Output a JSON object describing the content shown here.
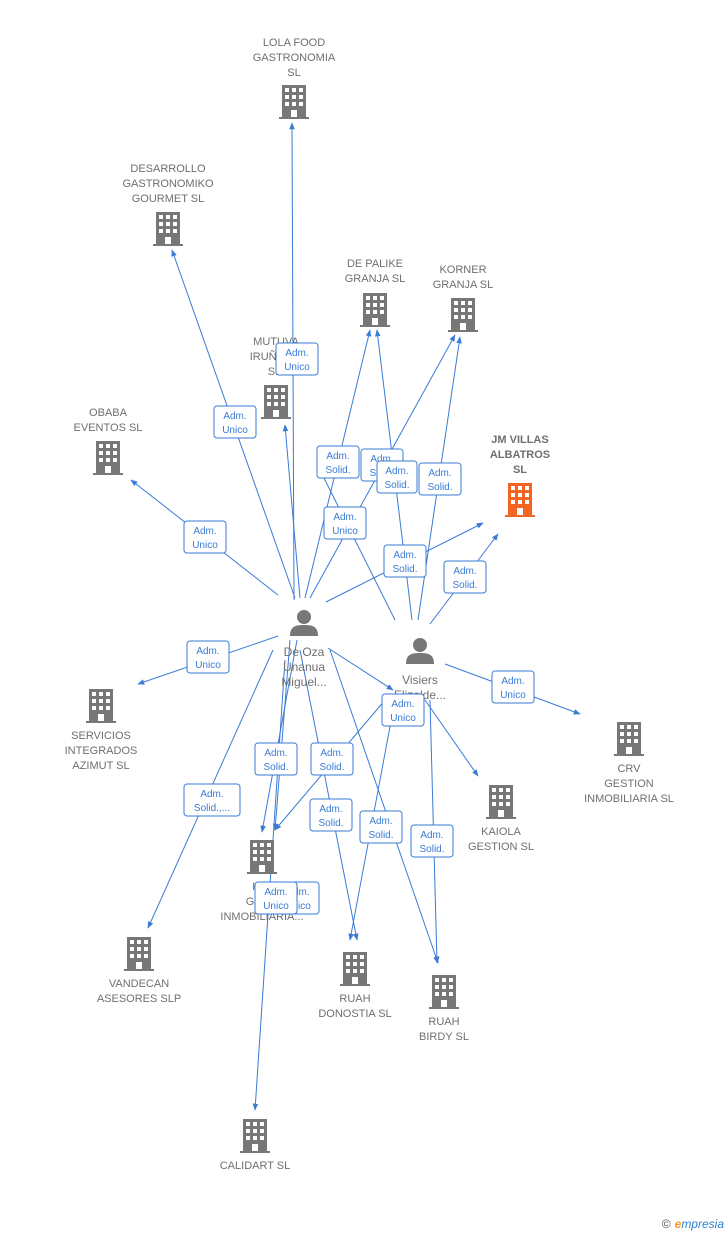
{
  "companies": [
    {
      "id": "lola",
      "lines": [
        "LOLA FOOD",
        "GASTRONOMIA",
        "SL"
      ],
      "highlight": false
    },
    {
      "id": "desarrollo",
      "lines": [
        "DESARROLLO",
        "GASTRONOMIKO",
        "GOURMET  SL"
      ],
      "highlight": false
    },
    {
      "id": "depalike",
      "lines": [
        "DE PALIKE",
        "GRANJA  SL"
      ],
      "highlight": false
    },
    {
      "id": "korner",
      "lines": [
        "KORNER",
        "GRANJA  SL"
      ],
      "highlight": false
    },
    {
      "id": "mutuva",
      "lines": [
        "MUTUVA",
        "IRUÑAM...",
        "S..."
      ],
      "highlight": false
    },
    {
      "id": "obaba",
      "lines": [
        "OBABA",
        "EVENTOS SL"
      ],
      "highlight": false
    },
    {
      "id": "jmvillas",
      "lines": [
        "JM VILLAS",
        "ALBATROS",
        "SL"
      ],
      "highlight": true
    },
    {
      "id": "servicios",
      "lines": [
        "SERVICIOS",
        "INTEGRADOS",
        "AZIMUT SL"
      ],
      "highlight": false
    },
    {
      "id": "crv",
      "lines": [
        "CRV",
        "GESTION",
        "INMOBILIARIA SL"
      ],
      "highlight": false
    },
    {
      "id": "kaiola",
      "lines": [
        "KAIOLA",
        "GESTION  SL"
      ],
      "highlight": false
    },
    {
      "id": "kgestion",
      "lines": [
        "KI...",
        "GES...",
        "INMOBILIARIA..."
      ],
      "highlight": false
    },
    {
      "id": "vandecan",
      "lines": [
        "VANDECAN",
        "ASESORES SLP"
      ],
      "highlight": false
    },
    {
      "id": "ruahdonostia",
      "lines": [
        "RUAH",
        "DONOSTIA  SL"
      ],
      "highlight": false
    },
    {
      "id": "ruahbirdy",
      "lines": [
        "RUAH",
        "BIRDY  SL"
      ],
      "highlight": false
    },
    {
      "id": "calidart",
      "lines": [
        "CALIDART SL"
      ],
      "highlight": false
    }
  ],
  "persons": [
    {
      "id": "deoza",
      "lines": [
        "De Oza",
        "Unanua",
        "Miguel..."
      ]
    },
    {
      "id": "visiers",
      "lines": [
        "Visiers",
        "Elizalde..."
      ]
    }
  ],
  "badges": [
    {
      "id": "b1",
      "lines": [
        "Adm.",
        "Unico"
      ]
    },
    {
      "id": "b2",
      "lines": [
        "Adm.",
        "Unico"
      ]
    },
    {
      "id": "b3",
      "lines": [
        "Adm.",
        "Unico"
      ]
    },
    {
      "id": "b4",
      "lines": [
        "Adm.",
        "Solid."
      ]
    },
    {
      "id": "b5",
      "lines": [
        "Adm.",
        "Solid."
      ]
    },
    {
      "id": "b6",
      "lines": [
        "Adm.",
        "Solid."
      ]
    },
    {
      "id": "b7",
      "lines": [
        "Adm.",
        "Solid."
      ]
    },
    {
      "id": "b8",
      "lines": [
        "Adm.",
        "Unico"
      ]
    },
    {
      "id": "b9",
      "lines": [
        "Adm.",
        "Solid."
      ]
    },
    {
      "id": "b10",
      "lines": [
        "Adm.",
        "Solid."
      ]
    },
    {
      "id": "b11",
      "lines": [
        "Adm.",
        "Unico"
      ]
    },
    {
      "id": "b12",
      "lines": [
        "Adm.",
        "Unico"
      ]
    },
    {
      "id": "b13",
      "lines": [
        "Adm.",
        "Unico"
      ]
    },
    {
      "id": "b14",
      "lines": [
        "Adm.",
        "Unico"
      ]
    },
    {
      "id": "b15",
      "lines": [
        "Adm.",
        "Solid."
      ]
    },
    {
      "id": "b16",
      "lines": [
        "Adm.",
        "Solid."
      ]
    },
    {
      "id": "b17",
      "lines": [
        "Adm.",
        "Solid.,..."
      ]
    },
    {
      "id": "b18",
      "lines": [
        "Adm.",
        "Solid."
      ]
    },
    {
      "id": "b19",
      "lines": [
        "Adm.",
        "Solid."
      ]
    },
    {
      "id": "b20",
      "lines": [
        "Adm.",
        "Solid."
      ]
    },
    {
      "id": "b21",
      "lines": [
        "Adm.",
        "Unico"
      ]
    }
  ],
  "colors": {
    "edge": "#3a7bd5",
    "building": "#777777",
    "highlight": "#f26522"
  },
  "footer": {
    "copyright": "©",
    "brand_initial": "e",
    "brand_rest": "mpresia"
  }
}
